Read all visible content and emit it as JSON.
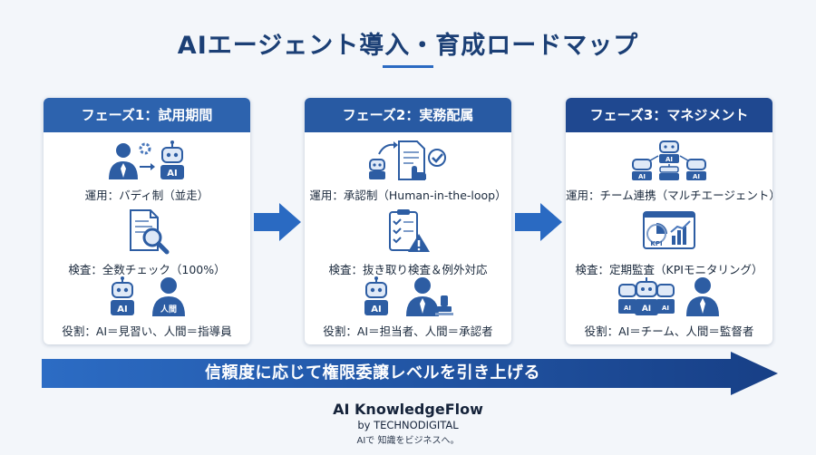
{
  "title": "AIエージェント導入・育成ロードマップ",
  "phases": [
    {
      "header": "フェーズ1：試用期間",
      "operation": "運用：バディ制（並走）",
      "inspection": "検査：全数チェック（100%）",
      "role": "役割：AI＝見習い、人間＝指導員",
      "ai_badge": "AI",
      "human_badge": "人間"
    },
    {
      "header": "フェーズ2：実務配属",
      "operation": "運用：承認制（Human-in-the-loop）",
      "inspection": "検査：抜き取り検査＆例外対応",
      "role": "役割：AI＝担当者、人間＝承認者",
      "ai_badge": "AI"
    },
    {
      "header": "フェーズ3：マネジメント",
      "operation": "運用：チーム連携（マルチエージェント）",
      "inspection": "検査：定期監査（KPIモニタリング）",
      "role": "役割：AI＝チーム、人間＝監督者",
      "ai_badge": "AI",
      "kpi_badge": "KPI"
    }
  ],
  "banner": "信頼度に応じて権限委譲レベルを引き上げる",
  "brand": {
    "name": "AI KnowledgeFlow",
    "by": "by TECHNODIGITAL",
    "tagline": "AIで 知識をビジネスへ。"
  },
  "colors": {
    "primary": "#2d63ae",
    "dark": "#1b3f75",
    "accent": "#2a6ac2"
  }
}
